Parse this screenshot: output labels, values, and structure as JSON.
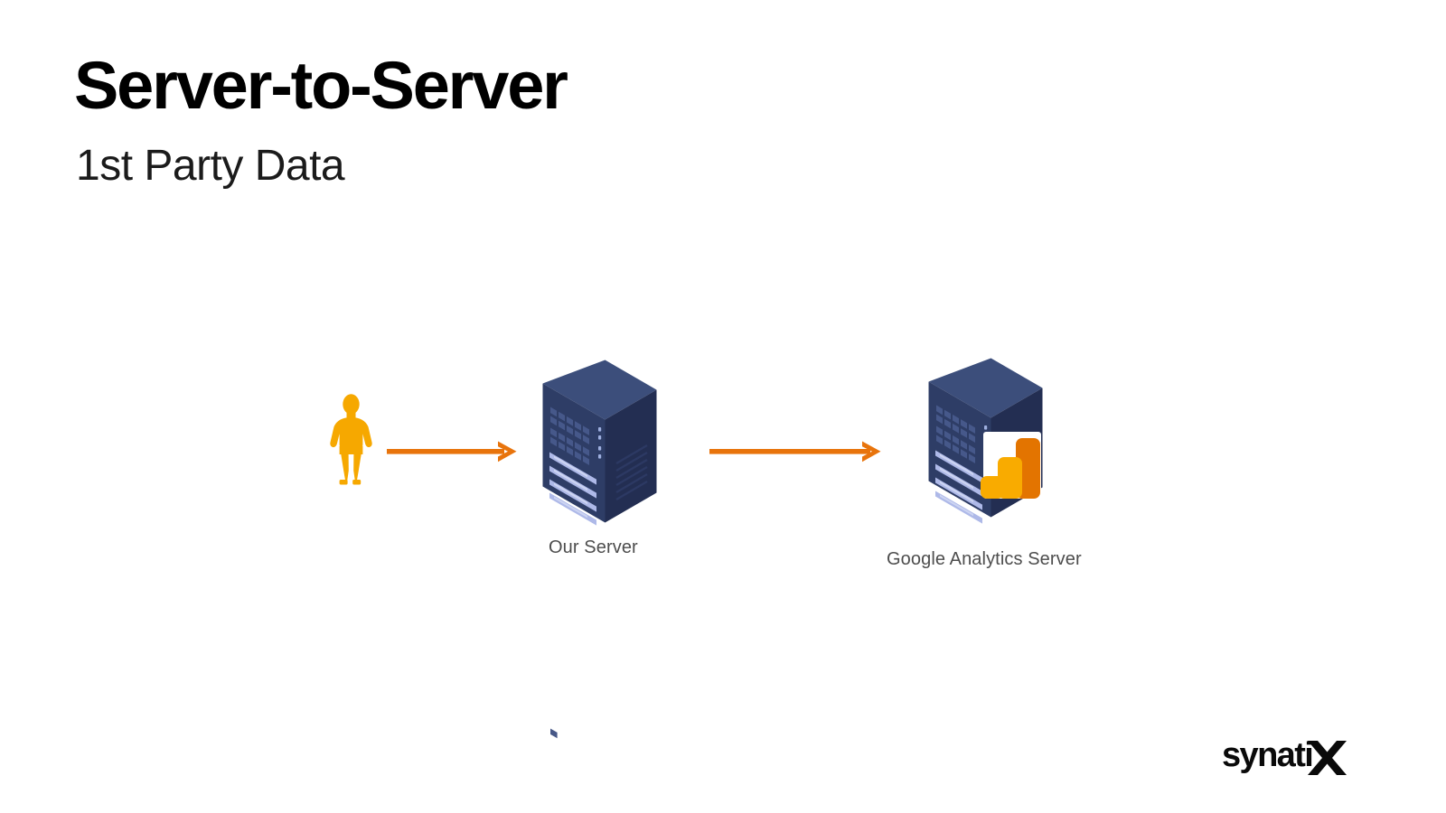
{
  "slide": {
    "title": "Server-to-Server",
    "subtitle": "1st Party Data",
    "background_color": "#ffffff"
  },
  "diagram": {
    "type": "flow",
    "nodes": [
      {
        "id": "user",
        "icon": "person-icon",
        "label": "",
        "color": "#F6A800"
      },
      {
        "id": "our-server",
        "icon": "server-icon",
        "label": "Our Server",
        "color_top": "#3C4E7B",
        "color_front": "#2E3D66",
        "color_side": "#232E52",
        "color_bay": "#AEB9E8"
      },
      {
        "id": "google-analytics-server",
        "icon": "server-with-analytics-icon",
        "label": "Google Analytics Server",
        "color_top": "#3C4E7B",
        "color_front": "#2E3D66",
        "color_side": "#232E52",
        "color_bay": "#AEB9E8"
      }
    ],
    "connectors": [
      {
        "id": "user-to-our-server",
        "from": "user",
        "to": "our-server",
        "color": "#E8740C",
        "style": "arrow"
      },
      {
        "id": "our-server-to-ga",
        "from": "our-server",
        "to": "google-analytics-server",
        "color": "#E8740C",
        "style": "arrow"
      }
    ],
    "analytics_logo": {
      "name": "google-analytics-logo",
      "bar_amber": "#F9AB00",
      "bar_orange": "#E37400",
      "plate": "#ffffff"
    }
  },
  "branding": {
    "wordmark": "synatix",
    "color": "#0a0a0a"
  }
}
